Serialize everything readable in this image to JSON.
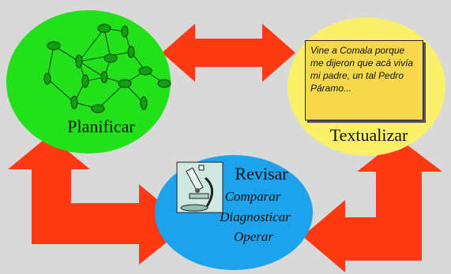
{
  "nodes": {
    "planificar": {
      "label": "Planificar",
      "color": "#22e01a"
    },
    "textualizar": {
      "label": "Textualizar",
      "color": "#fbf06a"
    },
    "revisar": {
      "label": "Revisar",
      "color": "#1da3ec",
      "steps": [
        "Comparar",
        "Diagnosticar",
        "Operar"
      ]
    }
  },
  "note": {
    "text": "Vine a Comala porque me dijeron que acá vivía mi padre, un tal Pedro Páramo..."
  },
  "colors": {
    "arrow": "#ff3a12",
    "background": "#d9d9d9",
    "note_fill": "#f6d84a"
  },
  "icons": {
    "network": "network-graph-icon",
    "microscope": "microscope-icon"
  }
}
